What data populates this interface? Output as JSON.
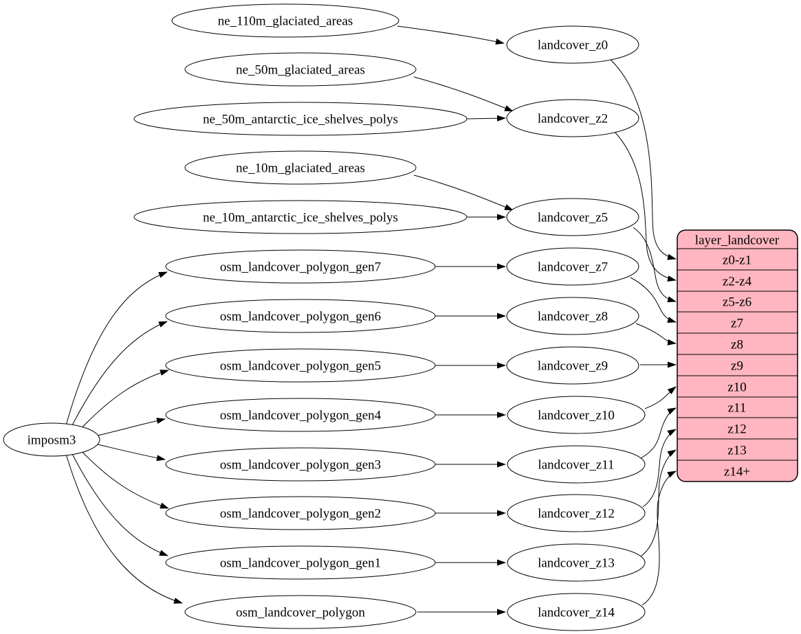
{
  "diagram_type": "graphviz-dependency-graph",
  "colors": {
    "background": "#ffffff",
    "node_fill": "#ffffff",
    "edge_stroke": "#000000",
    "table_fill": "#ffb6c1",
    "table_stroke": "#000000"
  },
  "importer": {
    "label": "imposm3"
  },
  "sources": [
    {
      "label": "ne_110m_glaciated_areas"
    },
    {
      "label": "ne_50m_glaciated_areas"
    },
    {
      "label": "ne_50m_antarctic_ice_shelves_polys"
    },
    {
      "label": "ne_10m_glaciated_areas"
    },
    {
      "label": "ne_10m_antarctic_ice_shelves_polys"
    },
    {
      "label": "osm_landcover_polygon_gen7"
    },
    {
      "label": "osm_landcover_polygon_gen6"
    },
    {
      "label": "osm_landcover_polygon_gen5"
    },
    {
      "label": "osm_landcover_polygon_gen4"
    },
    {
      "label": "osm_landcover_polygon_gen3"
    },
    {
      "label": "osm_landcover_polygon_gen2"
    },
    {
      "label": "osm_landcover_polygon_gen1"
    },
    {
      "label": "osm_landcover_polygon"
    }
  ],
  "intermediates": [
    {
      "label": "landcover_z0"
    },
    {
      "label": "landcover_z2"
    },
    {
      "label": "landcover_z5"
    },
    {
      "label": "landcover_z7"
    },
    {
      "label": "landcover_z8"
    },
    {
      "label": "landcover_z9"
    },
    {
      "label": "landcover_z10"
    },
    {
      "label": "landcover_z11"
    },
    {
      "label": "landcover_z12"
    },
    {
      "label": "landcover_z13"
    },
    {
      "label": "landcover_z14"
    }
  ],
  "layer_table": {
    "title": "layer_landcover",
    "rows": [
      {
        "label": "z0-z1"
      },
      {
        "label": "z2-z4"
      },
      {
        "label": "z5-z6"
      },
      {
        "label": "z7"
      },
      {
        "label": "z8"
      },
      {
        "label": "z9"
      },
      {
        "label": "z10"
      },
      {
        "label": "z11"
      },
      {
        "label": "z12"
      },
      {
        "label": "z13"
      },
      {
        "label": "z14+"
      }
    ]
  },
  "edges": [
    {
      "from": "imposm3",
      "to": "osm_landcover_polygon_gen7"
    },
    {
      "from": "imposm3",
      "to": "osm_landcover_polygon_gen6"
    },
    {
      "from": "imposm3",
      "to": "osm_landcover_polygon_gen5"
    },
    {
      "from": "imposm3",
      "to": "osm_landcover_polygon_gen4"
    },
    {
      "from": "imposm3",
      "to": "osm_landcover_polygon_gen3"
    },
    {
      "from": "imposm3",
      "to": "osm_landcover_polygon_gen2"
    },
    {
      "from": "imposm3",
      "to": "osm_landcover_polygon_gen1"
    },
    {
      "from": "imposm3",
      "to": "osm_landcover_polygon"
    },
    {
      "from": "ne_110m_glaciated_areas",
      "to": "landcover_z0"
    },
    {
      "from": "ne_50m_glaciated_areas",
      "to": "landcover_z2"
    },
    {
      "from": "ne_50m_antarctic_ice_shelves_polys",
      "to": "landcover_z2"
    },
    {
      "from": "ne_10m_glaciated_areas",
      "to": "landcover_z5"
    },
    {
      "from": "ne_10m_antarctic_ice_shelves_polys",
      "to": "landcover_z5"
    },
    {
      "from": "osm_landcover_polygon_gen7",
      "to": "landcover_z7"
    },
    {
      "from": "osm_landcover_polygon_gen6",
      "to": "landcover_z8"
    },
    {
      "from": "osm_landcover_polygon_gen5",
      "to": "landcover_z9"
    },
    {
      "from": "osm_landcover_polygon_gen4",
      "to": "landcover_z10"
    },
    {
      "from": "osm_landcover_polygon_gen3",
      "to": "landcover_z11"
    },
    {
      "from": "osm_landcover_polygon_gen2",
      "to": "landcover_z12"
    },
    {
      "from": "osm_landcover_polygon_gen1",
      "to": "landcover_z13"
    },
    {
      "from": "osm_landcover_polygon",
      "to": "landcover_z14"
    },
    {
      "from": "landcover_z0",
      "to": "layer_landcover:z0-z1"
    },
    {
      "from": "landcover_z2",
      "to": "layer_landcover:z2-z4"
    },
    {
      "from": "landcover_z5",
      "to": "layer_landcover:z5-z6"
    },
    {
      "from": "landcover_z7",
      "to": "layer_landcover:z7"
    },
    {
      "from": "landcover_z8",
      "to": "layer_landcover:z8"
    },
    {
      "from": "landcover_z9",
      "to": "layer_landcover:z9"
    },
    {
      "from": "landcover_z10",
      "to": "layer_landcover:z10"
    },
    {
      "from": "landcover_z11",
      "to": "layer_landcover:z11"
    },
    {
      "from": "landcover_z12",
      "to": "layer_landcover:z12"
    },
    {
      "from": "landcover_z13",
      "to": "layer_landcover:z13"
    },
    {
      "from": "landcover_z14",
      "to": "layer_landcover:z14+"
    }
  ]
}
